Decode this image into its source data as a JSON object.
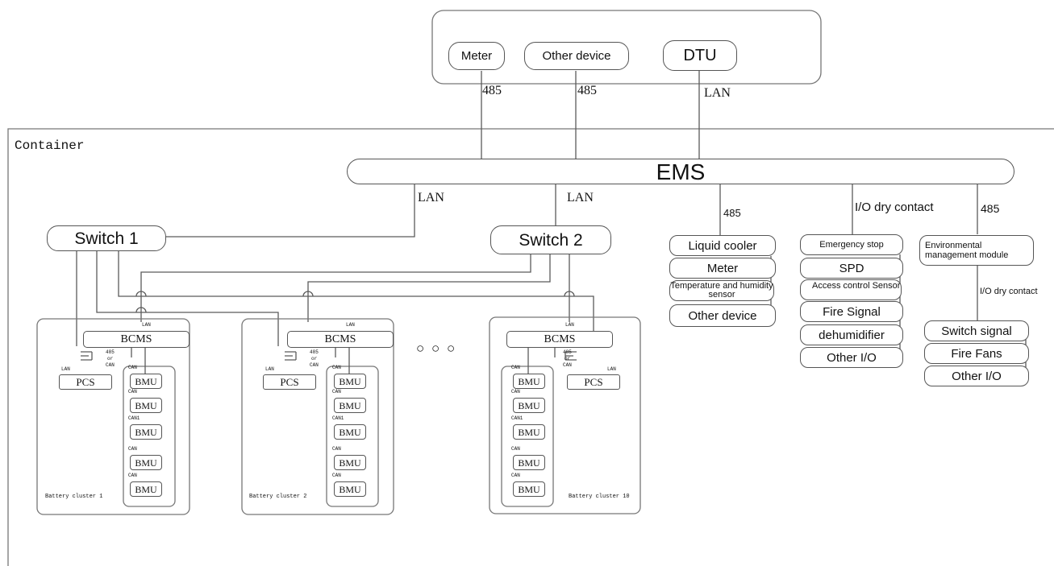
{
  "top_devices": {
    "meter": "Meter",
    "other_device": "Other device",
    "dtu": "DTU"
  },
  "top_links": {
    "meter": "485",
    "other_device": "485",
    "dtu": "LAN"
  },
  "container_label": "Container",
  "ems": "EMS",
  "ems_links": {
    "switch1": "LAN",
    "switch2": "LAN",
    "cooling_group": "485",
    "io_group": "I/O dry contact",
    "env_group": "485"
  },
  "switches": {
    "switch1": "Switch 1",
    "switch2": "Switch 2"
  },
  "cooling_group": [
    "Liquid cooler",
    "Meter",
    "Temperature and humidity sensor",
    "Other device"
  ],
  "io_group": [
    "Emergency stop",
    "SPD",
    "Access control Sensor",
    "Fire Signal",
    "dehumidifier",
    "Other I/O"
  ],
  "env_module": "Environmental management module",
  "env_link": "I/O dry contact",
  "env_group": [
    "Switch signal",
    "Fire Fans",
    "Other I/O"
  ],
  "ellipsis": "○ ○ ○",
  "cluster_text": {
    "bcms": "BCMS",
    "pcs": "PCS",
    "bmu": "BMU",
    "lan": "LAN",
    "can": "CAN",
    "can1": "CAN1",
    "rs485": "485",
    "or": "or"
  },
  "clusters": [
    {
      "label": "Battery cluster 1"
    },
    {
      "label": "Battery cluster 2"
    },
    {
      "label": "Battery cluster 10"
    }
  ]
}
